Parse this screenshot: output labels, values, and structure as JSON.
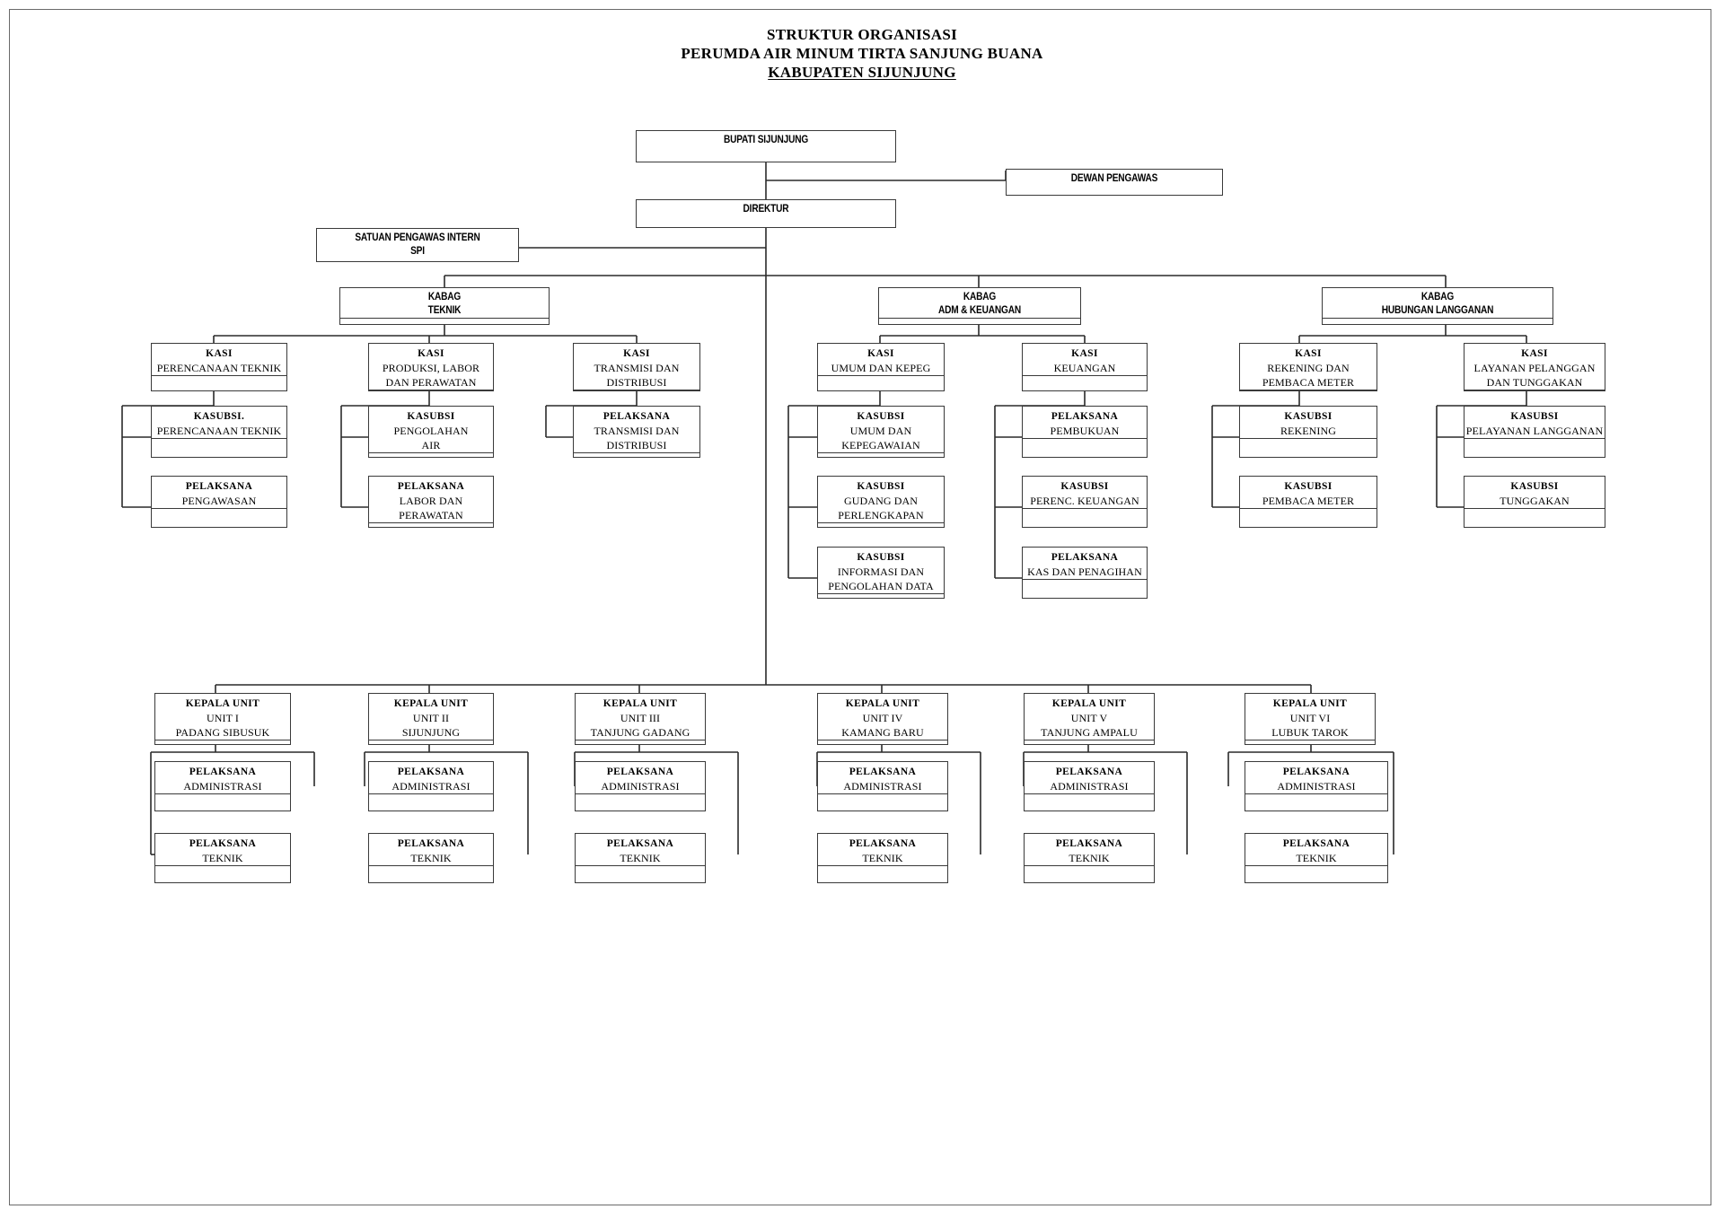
{
  "document": {
    "title_lines": [
      "STRUKTUR ORGANISASI",
      "PERUMDA AIR MINUM TIRTA SANJUNG BUANA",
      "KABUPATEN SIJUNJUNG"
    ],
    "underlined_title_index": 2
  },
  "chart_data": {
    "type": "diagram",
    "subtype": "organization-chart",
    "title": "STRUKTUR ORGANISASI PERUMDA AIR MINUM TIRTA SANJUNG BUANA KABUPATEN SIJUNJUNG",
    "style": {
      "box_fill": "#ffffff",
      "box_stroke": "#3a3a3a",
      "connector_stroke": "#2a2a2a",
      "page_stroke": "#6a6a6a",
      "background": "#ffffff"
    },
    "levels": [
      "bupati",
      "direktur",
      "spi",
      "kabag",
      "kasi",
      "kasubsi / pelaksana",
      "kepala unit",
      "pelaksana unit"
    ]
  },
  "nodes": {
    "bupati": {
      "lines": [
        "BUPATI SIJUNJUNG"
      ]
    },
    "dewan_pengawas": {
      "lines": [
        "DEWAN PENGAWAS"
      ]
    },
    "direktur": {
      "lines": [
        "DIREKTUR"
      ]
    },
    "spi": {
      "lines": [
        "SATUAN PENGAWAS INTERN",
        "SPI"
      ]
    },
    "kabag_teknik": {
      "lines": [
        "KABAG",
        "TEKNIK"
      ]
    },
    "kabag_admkeu": {
      "lines": [
        "KABAG",
        "ADM & KEUANGAN"
      ]
    },
    "kabag_hublang": {
      "lines": [
        "KABAG",
        "HUBUNGAN LANGGANAN"
      ]
    },
    "kasi_perencanaan": {
      "lines": [
        "KASI",
        "PERENCANAAN TEKNIK"
      ]
    },
    "kasi_produksi": {
      "lines": [
        "KASI",
        "PRODUKSI, LABOR",
        "DAN PERAWATAN"
      ]
    },
    "kasi_transmisi": {
      "lines": [
        "KASI",
        "TRANSMISI DAN",
        "DISTRIBUSI"
      ]
    },
    "kasi_umum": {
      "lines": [
        "KASI",
        "UMUM DAN KEPEG"
      ]
    },
    "kasi_keuangan": {
      "lines": [
        "KASI",
        "KEUANGAN"
      ]
    },
    "kasi_rekening": {
      "lines": [
        "KASI",
        "REKENING DAN",
        "PEMBACA METER"
      ]
    },
    "kasi_layanan": {
      "lines": [
        "KASI",
        "LAYANAN PELANGGAN",
        "DAN TUNGGAKAN"
      ]
    },
    "kasubsi_perencanaan": {
      "lines": [
        "KASUBSI.",
        "PERENCANAAN TEKNIK"
      ]
    },
    "pelaksana_pengawasan": {
      "lines": [
        "PELAKSANA",
        "PENGAWASAN"
      ]
    },
    "kasubsi_pengolahan": {
      "lines": [
        "KASUBSI",
        "PENGOLAHAN",
        "AIR"
      ]
    },
    "pelaksana_labor": {
      "lines": [
        "PELAKSANA",
        "LABOR DAN",
        "PERAWATAN"
      ]
    },
    "pelaksana_transmisi": {
      "lines": [
        "PELAKSANA",
        "TRANSMISI DAN",
        "DISTRIBUSI"
      ]
    },
    "kasubsi_umumkepeg": {
      "lines": [
        "KASUBSI",
        "UMUM DAN",
        "KEPEGAWAIAN"
      ]
    },
    "kasubsi_gudang": {
      "lines": [
        "KASUBSI",
        "GUDANG DAN",
        "PERLENGKAPAN"
      ]
    },
    "kasubsi_informasi": {
      "lines": [
        "KASUBSI",
        "INFORMASI DAN",
        "PENGOLAHAN DATA"
      ]
    },
    "pelaksana_pembukuan": {
      "lines": [
        "PELAKSANA",
        "PEMBUKUAN"
      ]
    },
    "kasubsi_perenckeu": {
      "lines": [
        "KASUBSI",
        "PERENC. KEUANGAN"
      ]
    },
    "pelaksana_kas": {
      "lines": [
        "PELAKSANA",
        "KAS DAN PENAGIHAN"
      ]
    },
    "kasubsi_rekening": {
      "lines": [
        "KASUBSI",
        "REKENING"
      ]
    },
    "kasubsi_pembacameter": {
      "lines": [
        "KASUBSI",
        "PEMBACA METER"
      ]
    },
    "kasubsi_pelayanan": {
      "lines": [
        "KASUBSI",
        "PELAYANAN LANGGANAN"
      ]
    },
    "kasubsi_tunggakan": {
      "lines": [
        "KASUBSI",
        "TUNGGAKAN"
      ]
    },
    "unit1": {
      "lines": [
        "KEPALA UNIT",
        "UNIT I",
        "PADANG SIBUSUK"
      ]
    },
    "unit2": {
      "lines": [
        "KEPALA UNIT",
        "UNIT II",
        "SIJUNJUNG"
      ]
    },
    "unit3": {
      "lines": [
        "KEPALA UNIT",
        "UNIT III",
        "TANJUNG GADANG"
      ]
    },
    "unit4": {
      "lines": [
        "KEPALA UNIT",
        "UNIT IV",
        "KAMANG BARU"
      ]
    },
    "unit5": {
      "lines": [
        "KEPALA UNIT",
        "UNIT V",
        "TANJUNG AMPALU"
      ]
    },
    "unit6": {
      "lines": [
        "KEPALA UNIT",
        "UNIT VI",
        "LUBUK TAROK"
      ]
    },
    "unit1_adm": {
      "lines": [
        "PELAKSANA",
        "ADMINISTRASI"
      ]
    },
    "unit2_adm": {
      "lines": [
        "PELAKSANA",
        "ADMINISTRASI"
      ]
    },
    "unit3_adm": {
      "lines": [
        "PELAKSANA",
        "ADMINISTRASI"
      ]
    },
    "unit4_adm": {
      "lines": [
        "PELAKSANA",
        "ADMINISTRASI"
      ]
    },
    "unit5_adm": {
      "lines": [
        "PELAKSANA",
        "ADMINISTRASI"
      ]
    },
    "unit6_adm": {
      "lines": [
        "PELAKSANA",
        "ADMINISTRASI"
      ]
    },
    "unit1_tek": {
      "lines": [
        "PELAKSANA",
        "TEKNIK"
      ]
    },
    "unit2_tek": {
      "lines": [
        "PELAKSANA",
        "TEKNIK"
      ]
    },
    "unit3_tek": {
      "lines": [
        "PELAKSANA",
        "TEKNIK"
      ]
    },
    "unit4_tek": {
      "lines": [
        "PELAKSANA",
        "TEKNIK"
      ]
    },
    "unit5_tek": {
      "lines": [
        "PELAKSANA",
        "TEKNIK"
      ]
    },
    "unit6_tek": {
      "lines": [
        "PELAKSANA",
        "TEKNIK"
      ]
    }
  }
}
